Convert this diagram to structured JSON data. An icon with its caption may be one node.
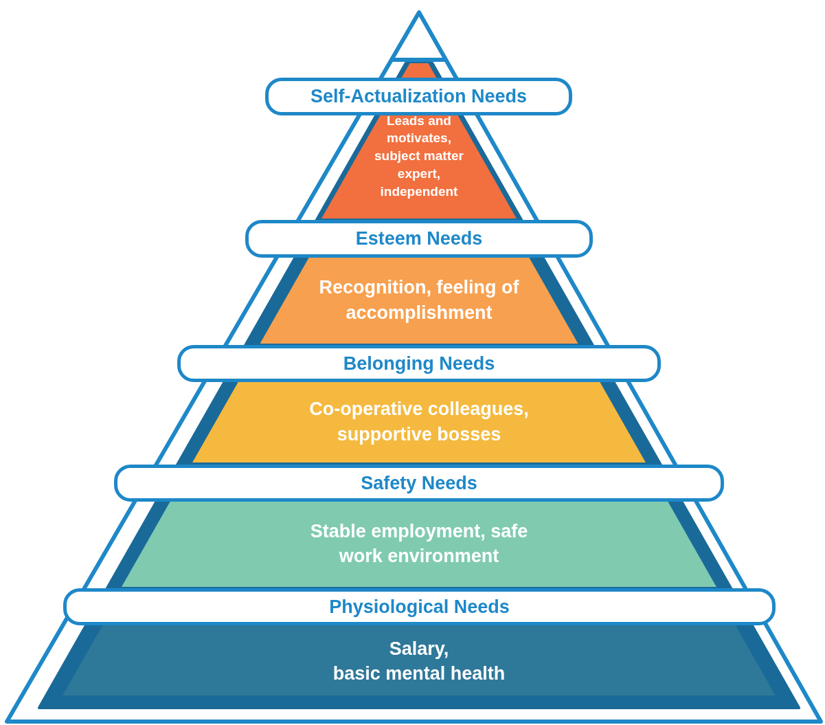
{
  "diagram": {
    "nodes": [
      {
        "text": [
          "Self-Actualization Needs"
        ]
      },
      {
        "text": [
          "Leads and motivates, subject matter expert, independent"
        ]
      },
      {
        "text": [
          "Esteem Needs"
        ]
      },
      {
        "text": [
          "Recognition, feeling of accomplishment"
        ]
      },
      {
        "text": [
          "Belonging Needs"
        ]
      },
      {
        "text": [
          "Co-operative colleagues, supportive bosses"
        ]
      },
      {
        "text": [
          "Safety Needs"
        ]
      },
      {
        "text": [
          "Stable employment, safe work environment"
        ]
      },
      {
        "text": [
          "Physiological Needs"
        ]
      },
      {
        "text": [
          "Salary,",
          "basic mental health"
        ]
      }
    ]
  }
}
